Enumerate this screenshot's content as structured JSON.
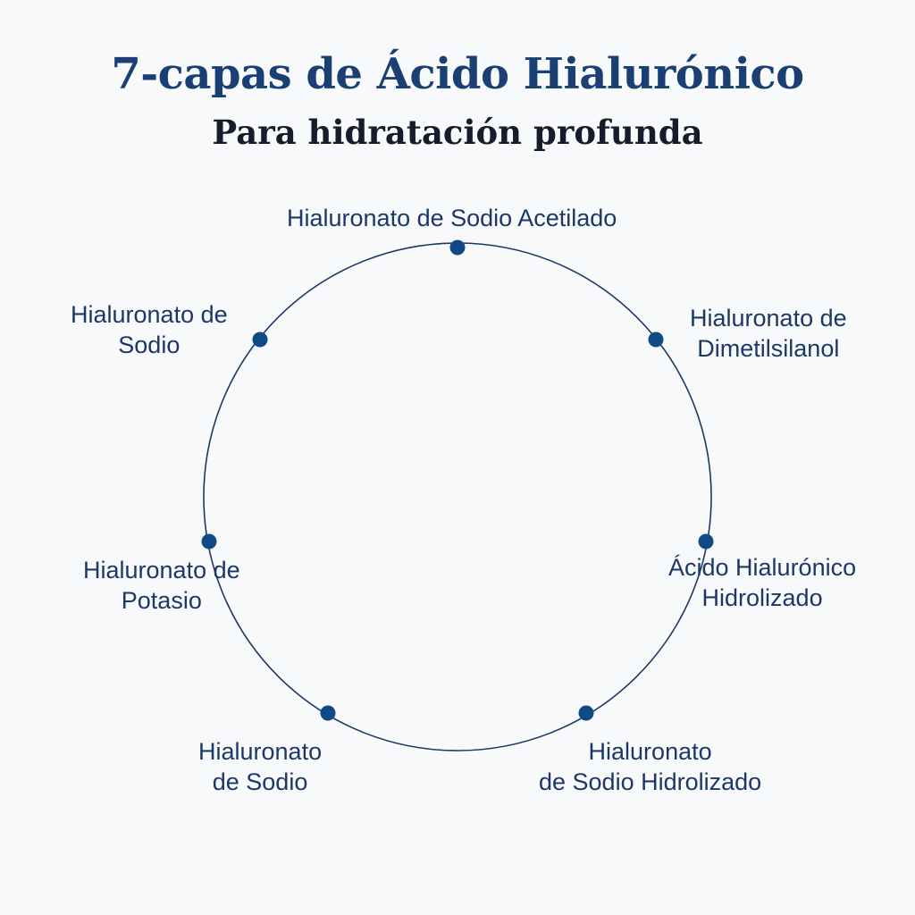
{
  "title": "7-capas de Ácido Hialurónico",
  "subtitle": "Para hidratación profunda",
  "colors": {
    "title": "#1a3f73",
    "subtitle": "#171c2a",
    "circle_stroke": "#1b3866",
    "node_fill": "#0f4a86",
    "label_text": "#1b3866",
    "background": "#f8f9fb"
  },
  "nodes": [
    {
      "lines": [
        "Hialuronato de Sodio Acetilado"
      ]
    },
    {
      "lines": [
        "Hialuronato de",
        "Dimetilsilanol"
      ]
    },
    {
      "lines": [
        "Ácido Hialurónico",
        "Hidrolizado"
      ]
    },
    {
      "lines": [
        "Hialuronato",
        "de Sodio Hidrolizado"
      ]
    },
    {
      "lines": [
        "Hialuronato",
        "de Sodio"
      ]
    },
    {
      "lines": [
        "Hialuronato de",
        "Potasio"
      ]
    },
    {
      "lines": [
        "Hialuronato de",
        "Sodio"
      ]
    }
  ]
}
